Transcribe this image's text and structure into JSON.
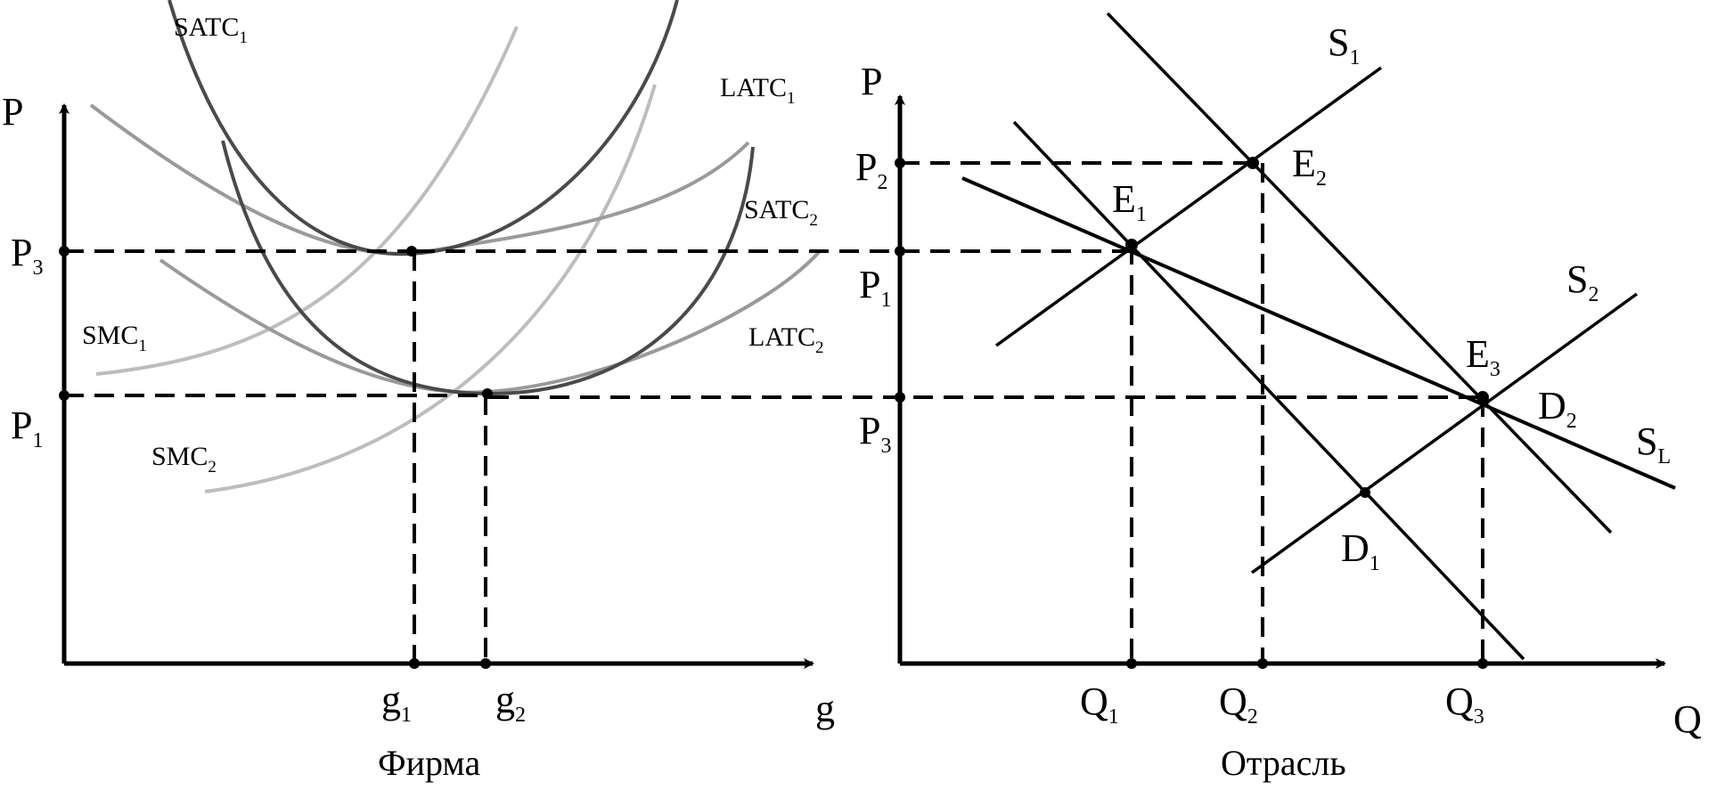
{
  "firm_panel": {
    "title": "Фирма",
    "y_axis": {
      "main": "P",
      "sub": ""
    },
    "x_axis": {
      "main": "g",
      "sub": ""
    },
    "price_p3": {
      "main": "P",
      "sub": "3"
    },
    "price_p1": {
      "main": "P",
      "sub": "1"
    },
    "qty_g1": {
      "main": "g",
      "sub": "1"
    },
    "qty_g2": {
      "main": "g",
      "sub": "2"
    },
    "curves": {
      "satc1": {
        "main": "SATC",
        "sub": "1"
      },
      "latc1": {
        "main": "LATC",
        "sub": "1"
      },
      "satc2": {
        "main": "SATC",
        "sub": "2"
      },
      "smc1": {
        "main": "SMC",
        "sub": "1"
      },
      "latc2": {
        "main": "LATC",
        "sub": "2"
      },
      "smc2": {
        "main": "SMC",
        "sub": "2"
      }
    }
  },
  "industry_panel": {
    "title": "Отрасль",
    "y_axis": {
      "main": "P",
      "sub": ""
    },
    "x_axis": {
      "main": "Q",
      "sub": ""
    },
    "price_p2": {
      "main": "P",
      "sub": "2"
    },
    "price_p1": {
      "main": "P",
      "sub": "1"
    },
    "price_p3": {
      "main": "P",
      "sub": "3"
    },
    "qty_q1": {
      "main": "Q",
      "sub": "1"
    },
    "qty_q2": {
      "main": "Q",
      "sub": "2"
    },
    "qty_q3": {
      "main": "Q",
      "sub": "3"
    },
    "points": {
      "e1": {
        "main": "E",
        "sub": "1"
      },
      "e2": {
        "main": "E",
        "sub": "2"
      },
      "e3": {
        "main": "E",
        "sub": "3"
      }
    },
    "lines": {
      "s1": {
        "main": "S",
        "sub": "1"
      },
      "s2": {
        "main": "S",
        "sub": "2"
      },
      "sl": {
        "main": "S",
        "sub": "L"
      },
      "d1": {
        "main": "D",
        "sub": "1"
      },
      "d2": {
        "main": "D",
        "sub": "2"
      }
    }
  },
  "colors": {
    "line": "#000000",
    "curve_dark": "#4a4a4a",
    "curve_mid": "#9a9a9a",
    "curve_light": "#bdbdbd"
  }
}
